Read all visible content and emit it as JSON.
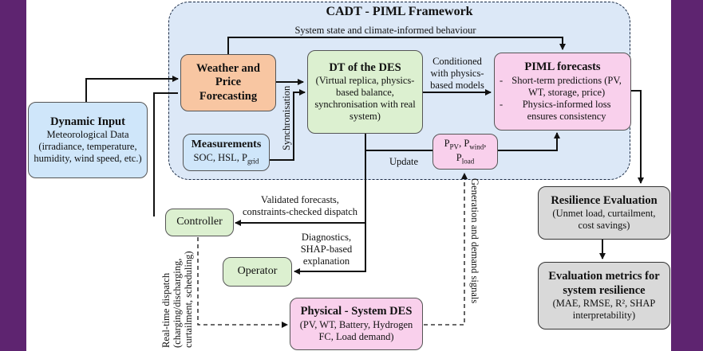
{
  "framework_title": "CADT - PIML Framework",
  "top_arrow_label": "System state and climate-informed behaviour",
  "dynamic_input": {
    "title": "Dynamic Input",
    "text": "Meteorological Data (irradiance, temperature, humidity, wind speed, etc.)"
  },
  "weather": {
    "title": "Weather and Price Forecasting"
  },
  "measurements": {
    "title": "Measurements",
    "text_main": "SOC, HSL, P",
    "text_sub": "grid"
  },
  "dt": {
    "title": "DT of the DES",
    "text": "(Virtual replica, physics-based balance, synchronisation with real system)"
  },
  "piml": {
    "title": "PIML forecasts",
    "bullets": [
      {
        "mark": "-",
        "text": "Short-term predictions (PV, WT, storage, price)"
      },
      {
        "mark": "-",
        "text": "Physics-informed loss ensures consistency"
      }
    ]
  },
  "conditioned_label": "Conditioned with physics-based models",
  "sync_label": "Synchronisation",
  "update_label": "Update",
  "p_vars": {
    "pv_main": "P",
    "pv_sub": "PV",
    "wind_main": "P",
    "wind_sub": "wind",
    "load_main": "P",
    "load_sub": "load",
    "sep": ","
  },
  "controller": {
    "title": "Controller"
  },
  "operator": {
    "title": "Operator"
  },
  "validated_label": "Validated forecasts, constraints-checked dispatch",
  "diagnostics_label": "Diagnostics, SHAP-based explanation",
  "physical": {
    "title": "Physical - System DES",
    "text": "(PV, WT, Battery, Hydrogen FC, Load demand)"
  },
  "realtime_label_1": "Real-time dispatch",
  "realtime_label_2": "(charging/discharging,",
  "realtime_label_3": "curtailment, scheduling)",
  "gen_label": "Generation and demand signals",
  "resilience": {
    "title": "Resilience Evaluation",
    "text": "(Unmet load, curtailment, cost savings)"
  },
  "metrics": {
    "title": "Evaluation metrics for system resilience",
    "text": "(MAE, RMSE, R², SHAP interpretability)"
  },
  "colors": {
    "blue_box": "#cfe6fa",
    "orange_box": "#f8c6a2",
    "green_box": "#dcf0d0",
    "pink_box": "#f9d0ec",
    "gray_box": "#d9d9d9",
    "frame_fill": "#dce8f7",
    "border_purple": "#5e2470"
  }
}
